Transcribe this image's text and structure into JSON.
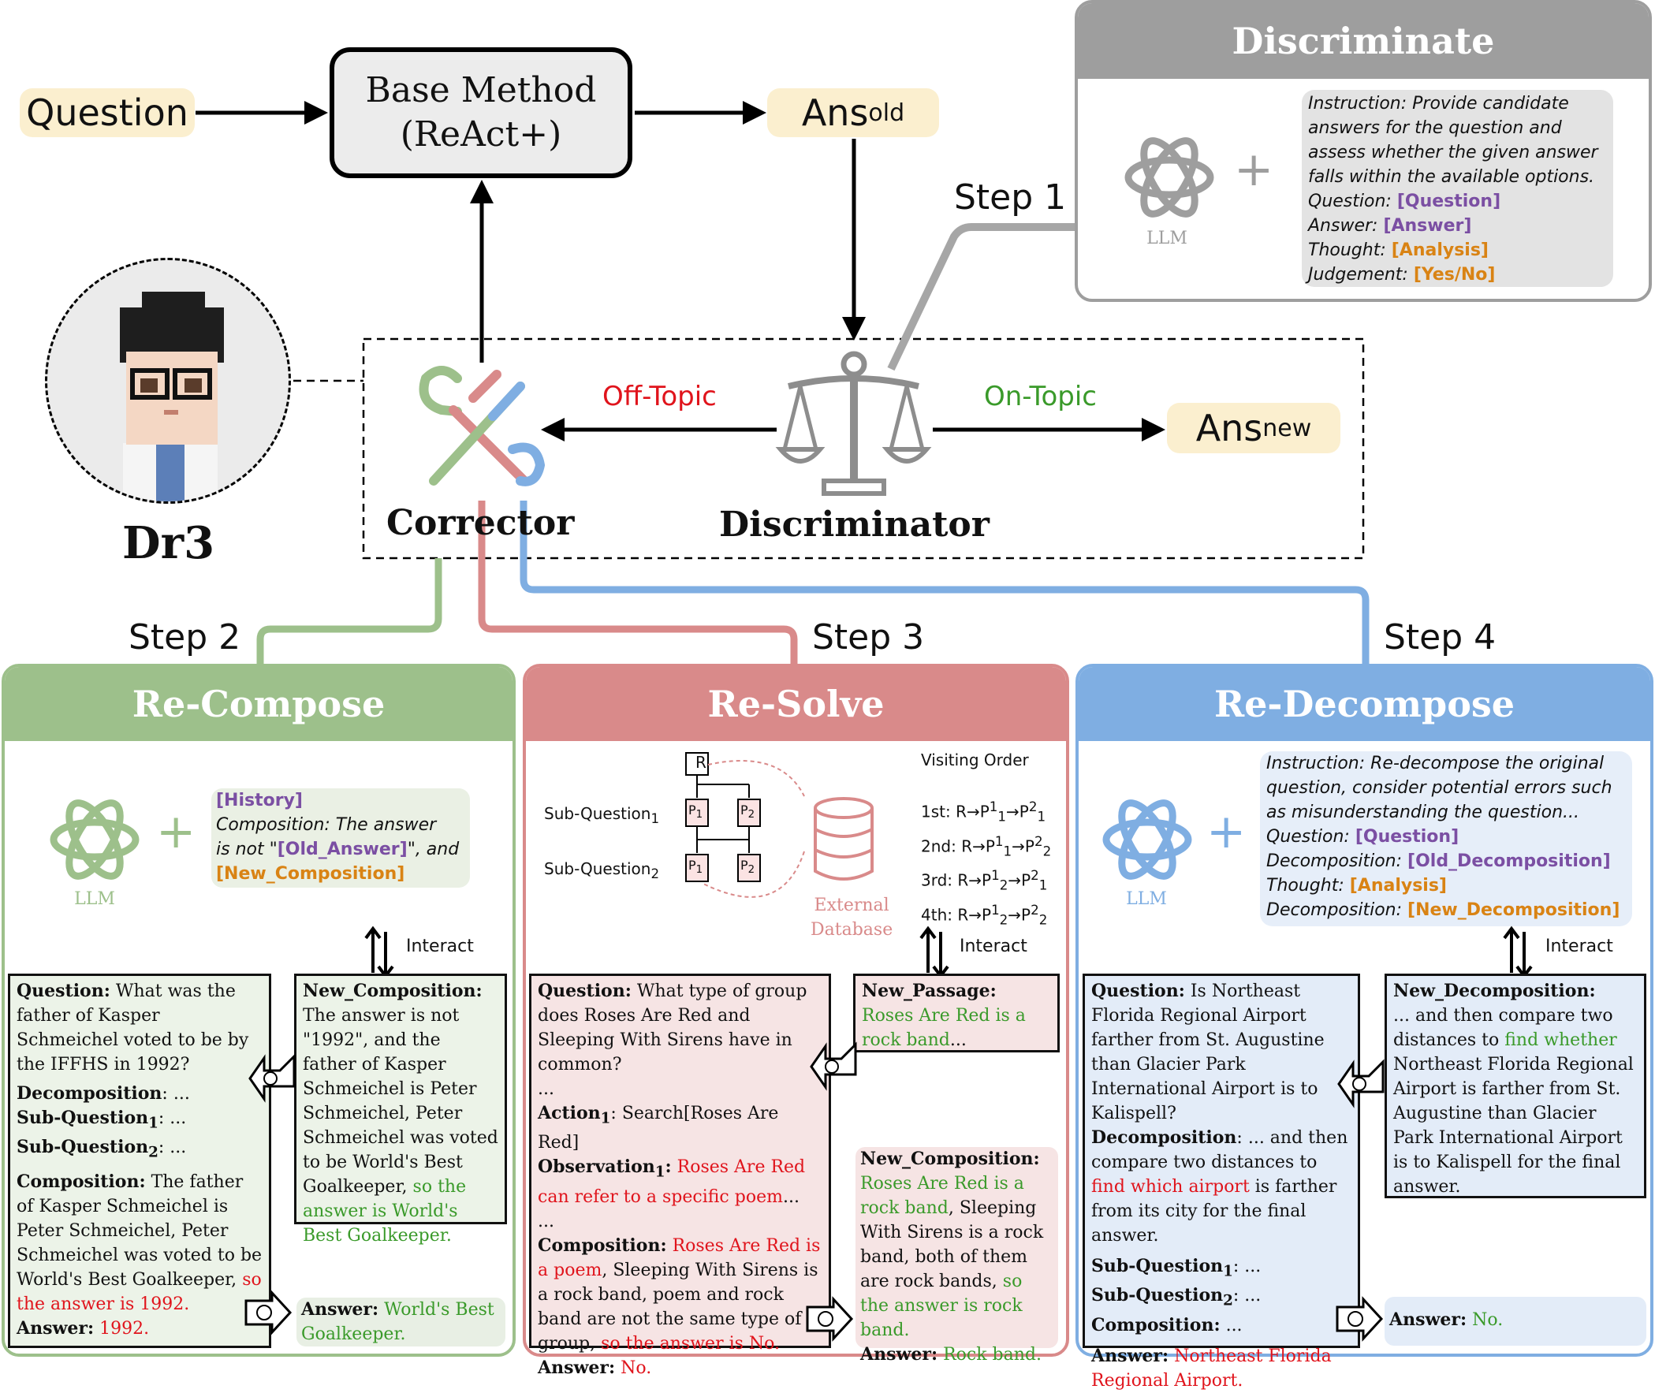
{
  "top": {
    "question": "Question",
    "base_method_line1": "Base Method",
    "base_method_line2": "(ReAct+)",
    "ans_old_main": "Ans",
    "ans_old_sub": "old",
    "ans_new_main": "Ans",
    "ans_new_sub": "new",
    "dr3": "Dr3",
    "corrector": "Corrector",
    "discriminator": "Discriminator",
    "off_topic": "Off-Topic",
    "on_topic": "On-Topic",
    "step1": "Step 1",
    "step2": "Step 2",
    "step3": "Step 3",
    "step4": "Step 4"
  },
  "discriminate": {
    "title": "Discriminate",
    "llm": "LLM",
    "plus": "+",
    "instruction": "Instruction: Provide candidate answers for the question and assess whether the given answer falls within the available options.",
    "q_label": "Question: ",
    "q_val": "[Question]",
    "a_label": "Answer: ",
    "a_val": "[Answer]",
    "t_label": "Thought: ",
    "t_val": "[Analysis]",
    "j_label": "Judgement: ",
    "j_val": "[Yes/No]"
  },
  "recompose": {
    "title": "Re-Compose",
    "llm": "LLM",
    "plus": "+",
    "prompt_history": "[History]",
    "prompt_line1": "Composition: The answer",
    "prompt_line2a": "is not \"",
    "prompt_old": "[Old_Answer]",
    "prompt_line2b": "\", and",
    "prompt_new": "[New_Composition]",
    "interact": "Interact",
    "left_question_label": "Question:",
    "left_question": " What was the father of Kasper Schmeichel voted to be by the IFFHS in 1992?",
    "left_decomp_label": "Decomposition",
    "left_decomp": ": ...",
    "left_sq1_label": "Sub-Question",
    "left_sq1_rest": ": ...",
    "left_sq2_label": "Sub-Question",
    "left_sq2_rest": ": ...",
    "left_comp_label": "Composition:",
    "left_comp": " The father of Kasper Schmeichel is Peter Schmeichel, Peter Schmeichel was voted to be World's Best Goalkeeper,",
    "left_comp_red": "so the answer is 1992.",
    "left_answer_label": "Answer:",
    "left_answer": " 1992.",
    "right_title": "New_Composition:",
    "right_text": "The answer is not \"1992\", and the father of Kasper Schmeichel is Peter Schmeichel, Peter Schmeichel was voted to be World's Best Goalkeeper,",
    "right_green": "so the answer is World's Best Goalkeeper.",
    "answer_label": "Answer:",
    "answer_green": " World's Best Goalkeeper."
  },
  "resolve": {
    "title": "Re-Solve",
    "r": "R",
    "sq1": "Sub-Question",
    "sq2": "Sub-Question",
    "visiting_order": "Visiting Order",
    "order1": "1st: R→P",
    "order2": "2nd: R→P",
    "order3": "3rd: R→P",
    "order4": "4th: R→P",
    "ext_db1": "External",
    "ext_db2": "Database",
    "interact": "Interact",
    "q_label": "Question:",
    "q_text": " What type of group does Roses Are Red and Sleeping With Sirens have in common?",
    "dots1": "...",
    "action_label": "Action",
    "action_text": ": Search[Roses Are Red]",
    "obs_label": "Observation",
    "obs_red": "Roses Are Red can refer to a specific poem",
    "obs_rest": "...",
    "dots2": "...",
    "comp_label": "Composition:",
    "comp_red1": "Roses Are Red is a poem",
    "comp_text": ", Sleeping With Sirens is a rock band, poem and rock band are not the same type of group,",
    "comp_red2": "so the answer is No.",
    "ans_label": "Answer:",
    "ans_red": " No.",
    "np_title": "New_Passage:",
    "np_green": "Roses Are Red is a rock band",
    "np_rest": "...",
    "nc_title": "New_Composition:",
    "nc_green1": "Roses Are Red is a rock band",
    "nc_text": ", Sleeping With Sirens is a rock band, both of them are rock bands,",
    "nc_green2": "so the answer is rock band.",
    "new_ans_label": "Answer:",
    "new_ans_green": " Rock band."
  },
  "redecompose": {
    "title": "Re-Decompose",
    "llm": "LLM",
    "plus": "+",
    "instruction": "Instruction: Re-decompose the original question, consider potential errors such as misunderstanding the question...",
    "q_label": "Question: ",
    "q_val": "[Question]",
    "d_label": "Decomposition: ",
    "d_val": "[Old_Decomposition]",
    "t_label": "Thought: ",
    "t_val": "[Analysis]",
    "nd_label": "Decomposition: ",
    "nd_val": "[New_Decomposition]",
    "interact": "Interact",
    "q_bold": "Question:",
    "q_text": " Is Northeast Florida Regional Airport farther from St. Augustine than Glacier Park International Airport is to Kalispell?",
    "decomp_label": "Decomposition",
    "decomp_text": ": ... and then compare two distances to",
    "decomp_red": "find which airport",
    "decomp_rest": " is farther from its city for the final answer.",
    "sq1_label": "Sub-Question",
    "sq1_rest": ": ...",
    "sq2_label": "Sub-Question",
    "sq2_rest": ": ...",
    "comp_label": "Composition:",
    "comp_rest": " ...",
    "ans_label": "Answer:",
    "ans_red": " Northeast Florida Regional Airport.",
    "nd_title": "New_Decomposition:",
    "nd_text": "... and then compare two distances to",
    "nd_green": "find whether",
    "nd_rest": " Northeast Florida Regional Airport is farther from St. Augustine than Glacier Park International Airport is to Kalispell for the final answer.",
    "new_ans_label": "Answer:",
    "new_ans_green": " No."
  },
  "colors": {
    "green_panel": "#9dc08b",
    "red_panel": "#d98a8a",
    "blue_panel": "#7faee2",
    "gray_panel": "#9e9e9e",
    "pill": "#fbefcf",
    "green_text": "#3a9a2a",
    "red_text": "#e0141c",
    "purple": "#7b4fa3",
    "orange": "#d98314"
  }
}
